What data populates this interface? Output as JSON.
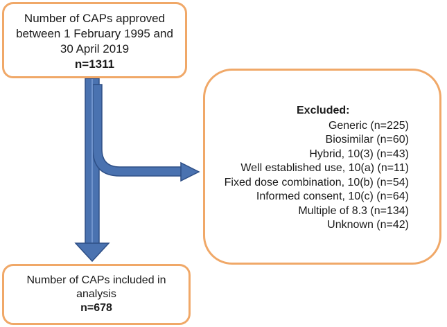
{
  "top_box": {
    "line1": "Number of CAPs approved",
    "line2": "between 1 February 1995 and",
    "line3": "30 April 2019",
    "count": "n=1311"
  },
  "excluded_box": {
    "heading": "Excluded:",
    "items": [
      "Generic (n=225)",
      "Biosimilar (n=60)",
      "Hybrid, 10(3) (n=43)",
      "Well established use, 10(a) (n=11)",
      "Fixed dose combination, 10(b) (n=54)",
      "Informed consent, 10(c) (n=64)",
      "Multiple of 8.3 (n=134)",
      "Unknown (n=42)"
    ]
  },
  "bottom_box": {
    "line1": "Number of CAPs included in",
    "line2": "analysis",
    "count": "n=678"
  },
  "colors": {
    "box_border": "#f0a868",
    "arrow_fill": "#4a72b0",
    "arrow_outline": "#2e4f86"
  }
}
